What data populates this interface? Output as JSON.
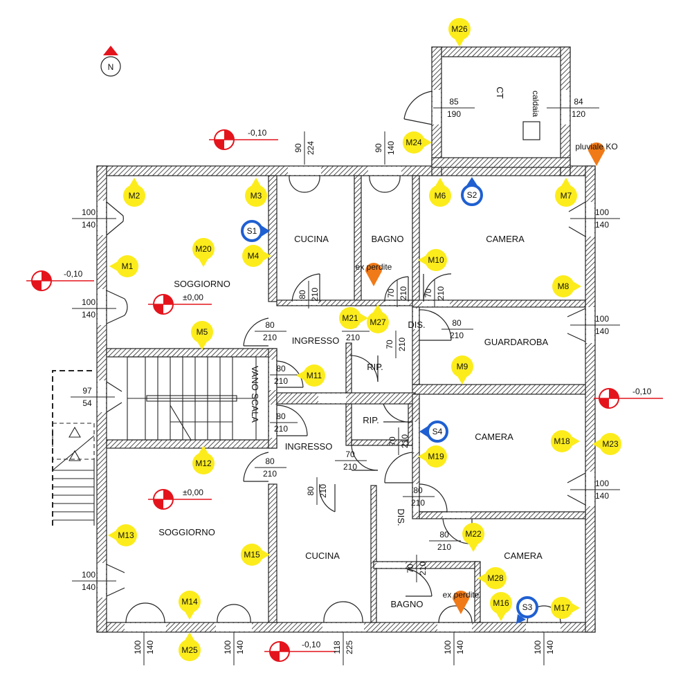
{
  "north_label": "N",
  "rooms": [
    {
      "id": "soggiorno-1",
      "label": "SOGGIORNO"
    },
    {
      "id": "cucina-1",
      "label": "CUCINA"
    },
    {
      "id": "bagno-1",
      "label": "BAGNO"
    },
    {
      "id": "camera-1",
      "label": "CAMERA"
    },
    {
      "id": "ingresso-1",
      "label": "INGRESSO"
    },
    {
      "id": "dis-1",
      "label": "DIS."
    },
    {
      "id": "guardaroba",
      "label": "GUARDAROBA"
    },
    {
      "id": "rip-1",
      "label": "RIP."
    },
    {
      "id": "vano-scala",
      "label": "VANO SCALA"
    },
    {
      "id": "ct",
      "label": "CT"
    },
    {
      "id": "caldaia",
      "label": "caldaia"
    },
    {
      "id": "rip-2",
      "label": "RIP."
    },
    {
      "id": "ingresso-2",
      "label": "INGRESSO"
    },
    {
      "id": "camera-2",
      "label": "CAMERA"
    },
    {
      "id": "soggiorno-2",
      "label": "SOGGIORNO"
    },
    {
      "id": "cucina-2",
      "label": "CUCINA"
    },
    {
      "id": "dis-2",
      "label": "DIS."
    },
    {
      "id": "camera-3",
      "label": "CAMERA"
    },
    {
      "id": "bagno-2",
      "label": "BAGNO"
    }
  ],
  "levels": [
    {
      "id": "lvl-top",
      "label": "-0,10"
    },
    {
      "id": "lvl-left",
      "label": "-0,10"
    },
    {
      "id": "lvl-right",
      "label": "-0,10"
    },
    {
      "id": "lvl-bottom",
      "label": "-0,10"
    },
    {
      "id": "lvl-sog1",
      "label": "±0,00"
    },
    {
      "id": "lvl-sog2",
      "label": "±0,00"
    }
  ],
  "dimensions": [
    {
      "id": "d-85-190",
      "top": "85",
      "bottom": "190"
    },
    {
      "id": "d-84-120",
      "top": "84",
      "bottom": "120"
    },
    {
      "id": "d-l1",
      "top": "100",
      "bottom": "140"
    },
    {
      "id": "d-l2",
      "top": "100",
      "bottom": "140"
    },
    {
      "id": "d-l3",
      "top": "97",
      "bottom": "54"
    },
    {
      "id": "d-l4",
      "top": "100",
      "bottom": "140"
    },
    {
      "id": "d-r1",
      "top": "100",
      "bottom": "140"
    },
    {
      "id": "d-r2",
      "top": "100",
      "bottom": "140"
    },
    {
      "id": "d-r3",
      "top": "100",
      "bottom": "140"
    },
    {
      "id": "d-i1",
      "top": "80",
      "bottom": "210"
    },
    {
      "id": "d-i2",
      "top": "80",
      "bottom": "210"
    },
    {
      "id": "d-i3",
      "top": "80",
      "bottom": "210"
    },
    {
      "id": "d-i4",
      "top": "80",
      "bottom": "210"
    },
    {
      "id": "d-i5",
      "top": "80",
      "bottom": "210"
    },
    {
      "id": "d-i6",
      "top": "70",
      "bottom": "210"
    },
    {
      "id": "d-i7",
      "top": "80",
      "bottom": "210"
    },
    {
      "id": "d-i8",
      "top": "80",
      "bottom": "210"
    },
    {
      "id": "d-i9",
      "top": "80",
      "bottom": "210"
    },
    {
      "id": "d-v1",
      "top": "90",
      "bottom": "224"
    },
    {
      "id": "d-v2",
      "top": "90",
      "bottom": "140"
    },
    {
      "id": "d-v3",
      "top": "80",
      "bottom": "210"
    },
    {
      "id": "d-v4",
      "top": "70",
      "bottom": "210"
    },
    {
      "id": "d-v5",
      "top": "70",
      "bottom": "210"
    },
    {
      "id": "d-v6",
      "top": "70",
      "bottom": "210"
    },
    {
      "id": "d-v7",
      "top": "70",
      "bottom": "210"
    },
    {
      "id": "d-v8",
      "top": "80",
      "bottom": "210"
    },
    {
      "id": "d-v9",
      "top": "70",
      "bottom": "210"
    },
    {
      "id": "d-b1",
      "top": "100",
      "bottom": "140"
    },
    {
      "id": "d-b2",
      "top": "100",
      "bottom": "140"
    },
    {
      "id": "d-b3",
      "top": "118",
      "bottom": "225"
    },
    {
      "id": "d-b4",
      "top": "100",
      "bottom": "140"
    },
    {
      "id": "d-b5",
      "top": "100",
      "bottom": "140"
    }
  ],
  "colors": {
    "marker_yellow": "#fcec1c",
    "marker_orange": "#f07a18",
    "sample_blue": "#1f5fd1",
    "level_red": "#e4141c",
    "wall": "#222222"
  },
  "markers": [
    {
      "id": "M1",
      "label": "M1"
    },
    {
      "id": "M2",
      "label": "M2"
    },
    {
      "id": "M3",
      "label": "M3"
    },
    {
      "id": "M4",
      "label": "M4"
    },
    {
      "id": "M5",
      "label": "M5"
    },
    {
      "id": "M6",
      "label": "M6"
    },
    {
      "id": "M7",
      "label": "M7"
    },
    {
      "id": "M8",
      "label": "M8"
    },
    {
      "id": "M9",
      "label": "M9"
    },
    {
      "id": "M10",
      "label": "M10"
    },
    {
      "id": "M11",
      "label": "M11"
    },
    {
      "id": "M12",
      "label": "M12"
    },
    {
      "id": "M13",
      "label": "M13"
    },
    {
      "id": "M14",
      "label": "M14"
    },
    {
      "id": "M15",
      "label": "M15"
    },
    {
      "id": "M16",
      "label": "M16"
    },
    {
      "id": "M17",
      "label": "M17"
    },
    {
      "id": "M18",
      "label": "M18"
    },
    {
      "id": "M19",
      "label": "M19"
    },
    {
      "id": "M20",
      "label": "M20"
    },
    {
      "id": "M21",
      "label": "M21"
    },
    {
      "id": "M22",
      "label": "M22"
    },
    {
      "id": "M23",
      "label": "M23"
    },
    {
      "id": "M24",
      "label": "M24"
    },
    {
      "id": "M25",
      "label": "M25"
    },
    {
      "id": "M26",
      "label": "M26"
    },
    {
      "id": "M27",
      "label": "M27"
    },
    {
      "id": "M28",
      "label": "M28"
    }
  ],
  "samples": [
    {
      "id": "S1",
      "label": "S1"
    },
    {
      "id": "S2",
      "label": "S2"
    },
    {
      "id": "S3",
      "label": "S3"
    },
    {
      "id": "S4",
      "label": "S4"
    }
  ],
  "notes": [
    {
      "id": "note-ex-perdite-1",
      "label": "ex perdite"
    },
    {
      "id": "note-ex-perdite-2",
      "label": "ex perdite"
    },
    {
      "id": "note-pluviale",
      "label": "pluviale KO"
    }
  ]
}
